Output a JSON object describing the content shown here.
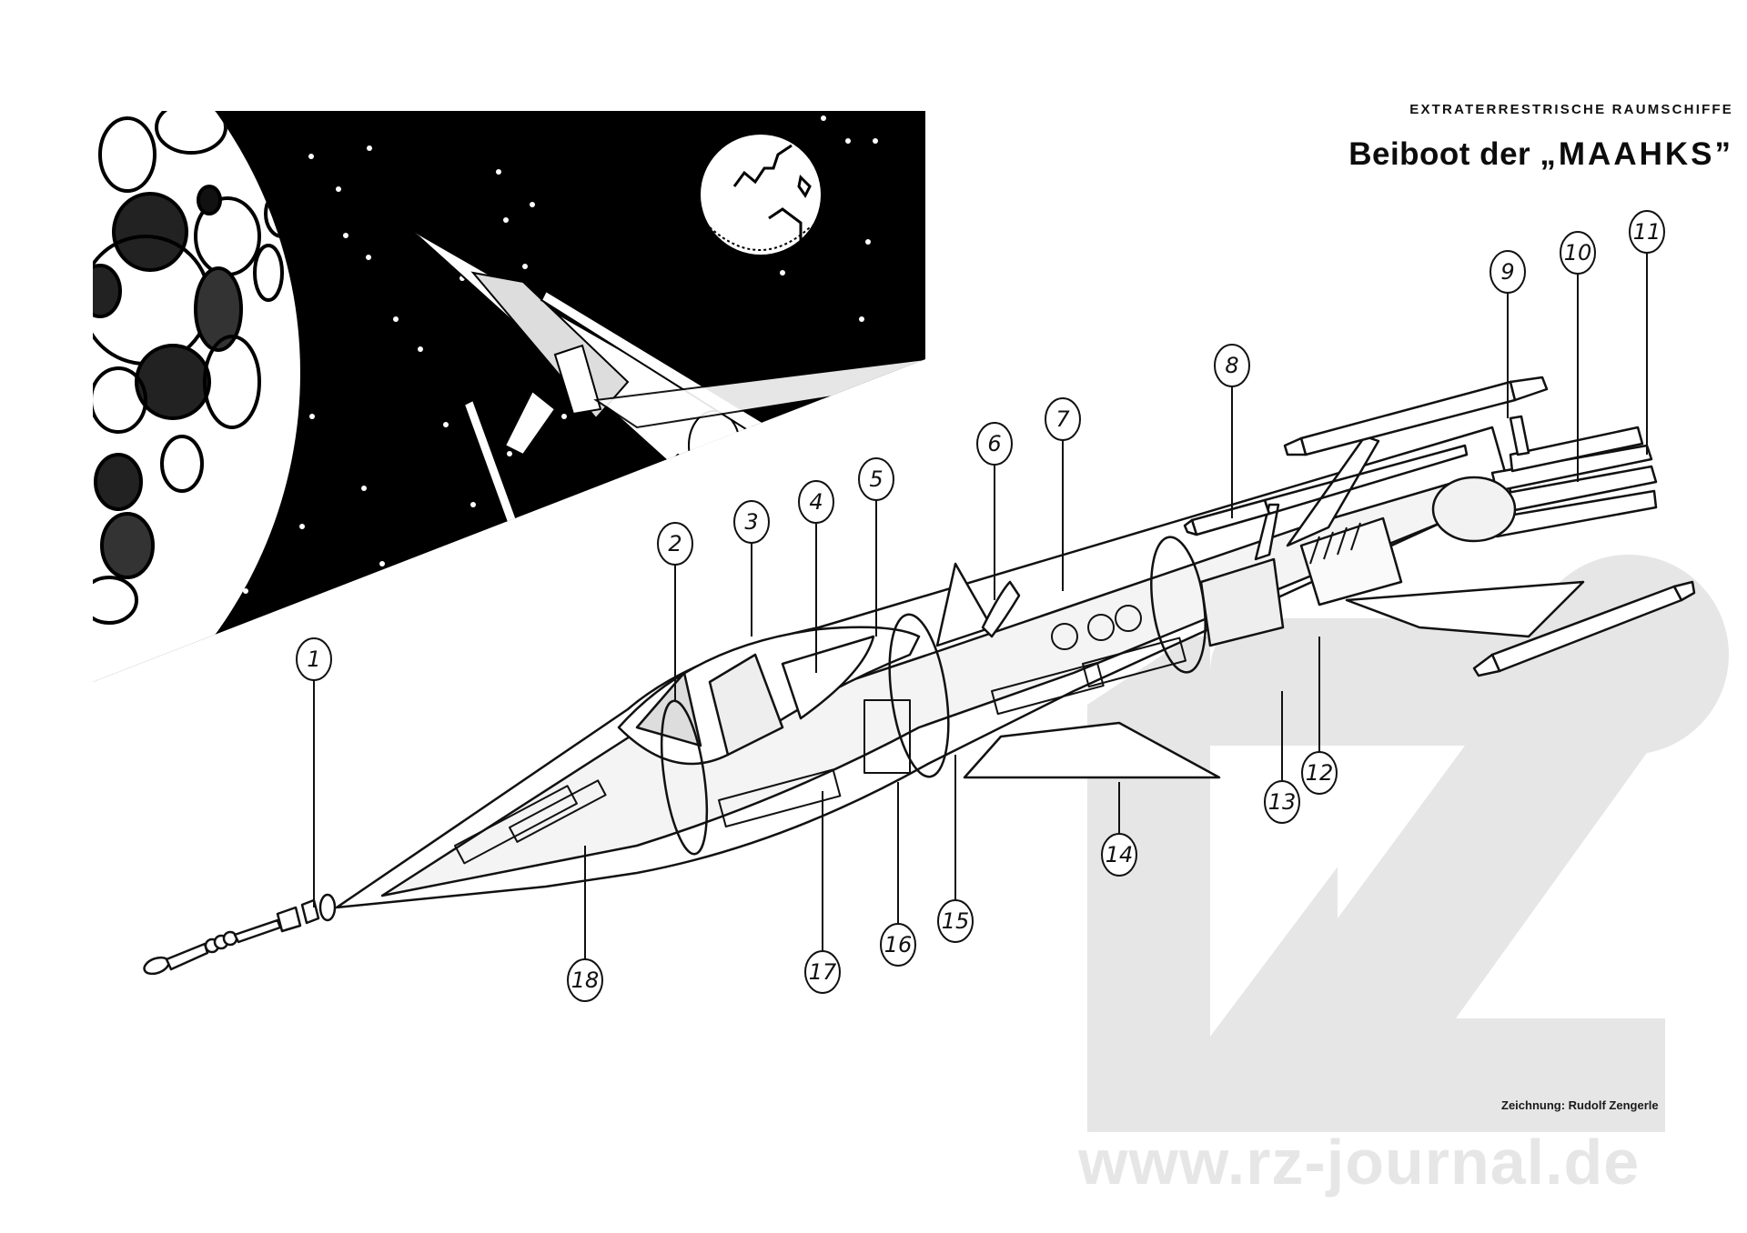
{
  "header": {
    "kicker": "EXTRATERRESTRISCHE RAUMSCHIFFE",
    "title_prefix": "Beiboot der ",
    "title_name": "„MAAHKS”"
  },
  "credit": "Zeichnung: Rudolf Zengerle",
  "watermark": {
    "url": "www.rz-journal.de",
    "logo": "rz-logo",
    "color": "#e6e6e6"
  },
  "illustration": {
    "subject": "cutaway-spaceship",
    "inset_scene": "spaceship-in-space-with-moon-and-planet",
    "callouts": [
      {
        "number": "1"
      },
      {
        "number": "2"
      },
      {
        "number": "3"
      },
      {
        "number": "4"
      },
      {
        "number": "5"
      },
      {
        "number": "6"
      },
      {
        "number": "7"
      },
      {
        "number": "8"
      },
      {
        "number": "9"
      },
      {
        "number": "10"
      },
      {
        "number": "11"
      },
      {
        "number": "12"
      },
      {
        "number": "13"
      },
      {
        "number": "14"
      },
      {
        "number": "15"
      },
      {
        "number": "16"
      },
      {
        "number": "17"
      },
      {
        "number": "18"
      }
    ]
  },
  "colors": {
    "ink": "#111111",
    "space": "#000000",
    "paper": "#ffffff",
    "watermark": "#e6e6e6"
  }
}
